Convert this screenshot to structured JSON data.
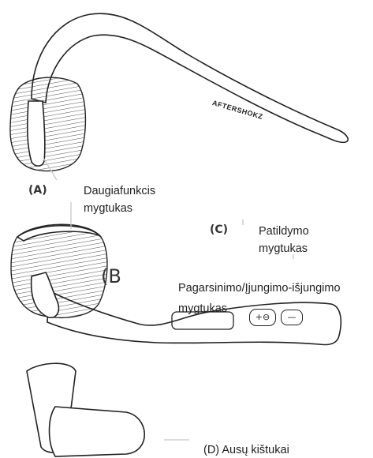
{
  "labels": {
    "a": {
      "marker": "(A)",
      "line1": "Daugiafunkcis",
      "line2": "mygtukas"
    },
    "b": {
      "marker": "(B",
      "line1": "Pagarsinimo/Įjungimo-išjungimo",
      "line2": "mygtukas"
    },
    "c": {
      "marker": "(C)",
      "line1": "Patildymo",
      "line2": "mygtukas"
    },
    "d": {
      "text": "(D) Ausų kištukai"
    }
  },
  "brand_text": "AFTERSHOKZ",
  "button_symbols": {
    "volume": "+⊖",
    "mute": "—"
  },
  "colors": {
    "line": "#222222",
    "text": "#222222",
    "leader": "#c8c8c8"
  }
}
